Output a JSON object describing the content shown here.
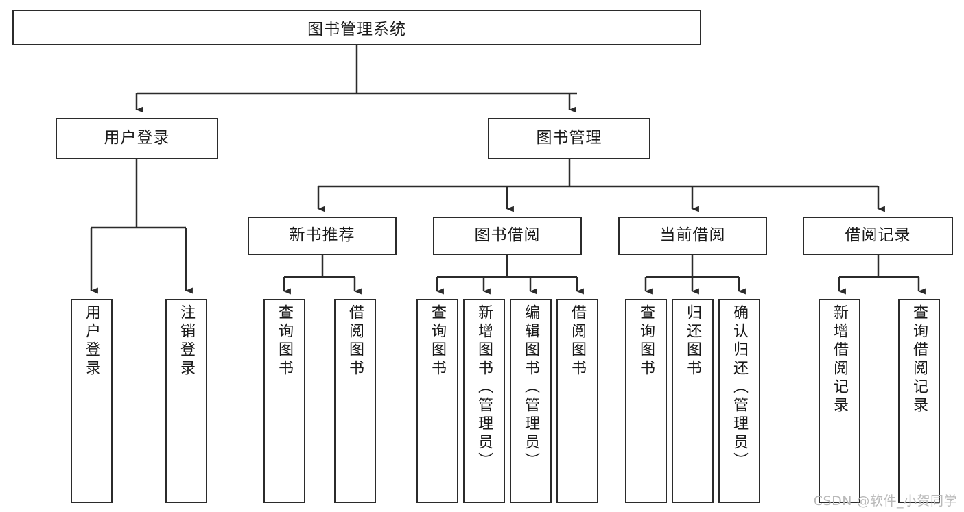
{
  "diagram": {
    "title": "图书管理系统",
    "type": "tree",
    "root": {
      "id": "root",
      "label": "图书管理系统",
      "orientation": "horizontal"
    },
    "level2": [
      {
        "id": "user-login",
        "label": "用户登录",
        "orientation": "horizontal"
      },
      {
        "id": "book-management",
        "label": "图书管理",
        "orientation": "horizontal"
      }
    ],
    "level3": [
      {
        "id": "new-book-recommend",
        "label": "新书推荐",
        "orientation": "horizontal",
        "parent": "book-management"
      },
      {
        "id": "book-borrow",
        "label": "图书借阅",
        "orientation": "horizontal",
        "parent": "book-management"
      },
      {
        "id": "current-borrow",
        "label": "当前借阅",
        "orientation": "horizontal",
        "parent": "book-management"
      },
      {
        "id": "borrow-record",
        "label": "借阅记录",
        "orientation": "horizontal",
        "parent": "book-management"
      }
    ],
    "leaves": [
      {
        "id": "leaf-user-login",
        "label": "用户登录",
        "parent": "user-login",
        "orientation": "vertical"
      },
      {
        "id": "leaf-logout-login",
        "label": "注销登录",
        "parent": "user-login",
        "orientation": "vertical"
      },
      {
        "id": "leaf-query-book-1",
        "label": "查询图书",
        "parent": "new-book-recommend",
        "orientation": "vertical"
      },
      {
        "id": "leaf-borrow-book-1",
        "label": "借阅图书",
        "parent": "new-book-recommend",
        "orientation": "vertical"
      },
      {
        "id": "leaf-query-book-2",
        "label": "查询图书",
        "parent": "book-borrow",
        "orientation": "vertical"
      },
      {
        "id": "leaf-add-book",
        "label": "新增图书（管理员）",
        "parent": "book-borrow",
        "orientation": "vertical"
      },
      {
        "id": "leaf-edit-book",
        "label": "编辑图书（管理员）",
        "parent": "book-borrow",
        "orientation": "vertical"
      },
      {
        "id": "leaf-borrow-book-2",
        "label": "借阅图书",
        "parent": "book-borrow",
        "orientation": "vertical"
      },
      {
        "id": "leaf-query-book-3",
        "label": "查询图书",
        "parent": "current-borrow",
        "orientation": "vertical"
      },
      {
        "id": "leaf-return-book",
        "label": "归还图书",
        "parent": "current-borrow",
        "orientation": "vertical"
      },
      {
        "id": "leaf-confirm-return",
        "label": "确认归还（管理员）",
        "parent": "current-borrow",
        "orientation": "vertical"
      },
      {
        "id": "leaf-add-record",
        "label": "新增借阅记录",
        "parent": "borrow-record",
        "orientation": "vertical"
      },
      {
        "id": "leaf-query-record",
        "label": "查询借阅记录",
        "parent": "borrow-record",
        "orientation": "vertical"
      }
    ],
    "watermark": "CSDN @软件_小贺同学",
    "colors": {
      "stroke": "#2b2b2b",
      "fill": "#ffffff",
      "text": "#1a1a1a",
      "watermark": "#b9b9b9"
    }
  }
}
